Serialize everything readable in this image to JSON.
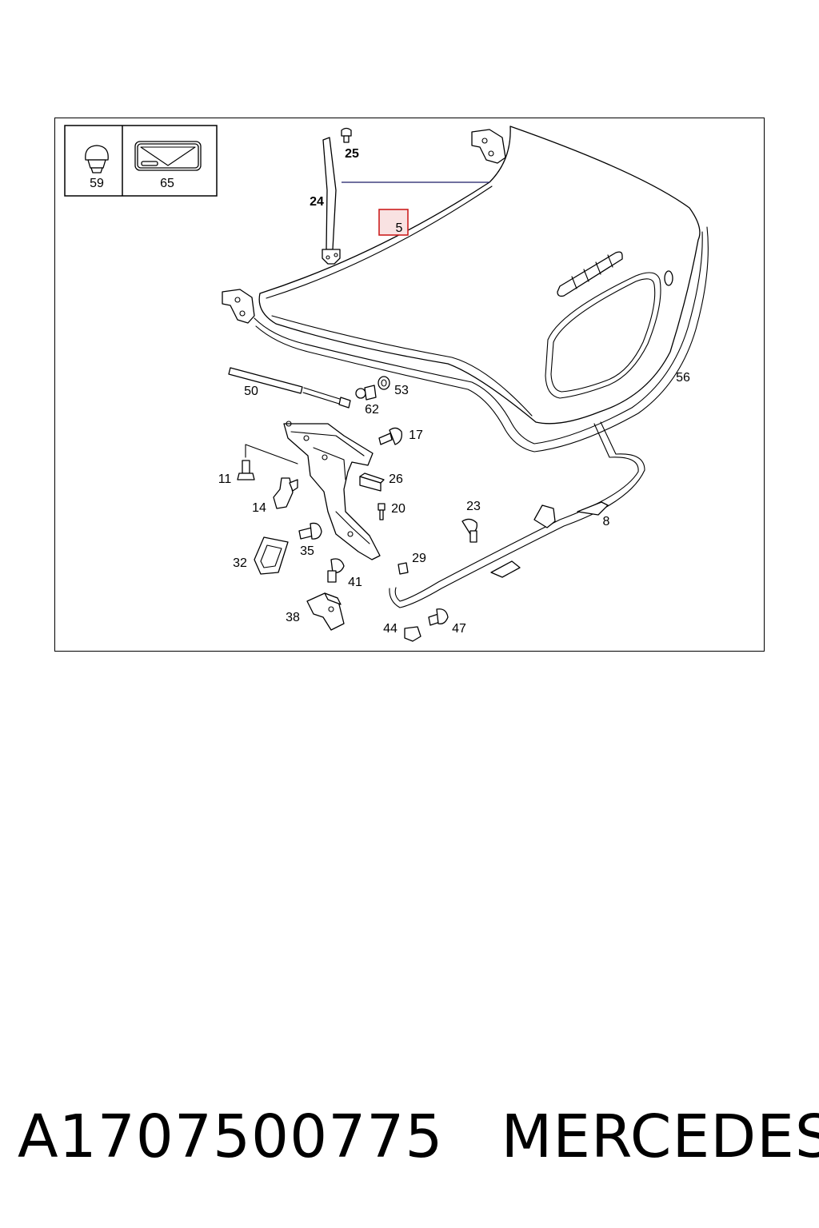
{
  "inset": {
    "labels": [
      "59",
      "65"
    ]
  },
  "callouts": {
    "p5": "5",
    "p8": "8",
    "p11": "11",
    "p14": "14",
    "p17": "17",
    "p20": "20",
    "p23": "23",
    "p24": "24",
    "p25": "25",
    "p26": "26",
    "p29": "29",
    "p32": "32",
    "p35": "35",
    "p38": "38",
    "p41": "41",
    "p44": "44",
    "p47": "47",
    "p50": "50",
    "p53": "53",
    "p56": "56",
    "p62": "62"
  },
  "highlight_color": "#cc1f1f",
  "footer": {
    "part_number": "A1707500775",
    "brand": "MERCEDES"
  }
}
